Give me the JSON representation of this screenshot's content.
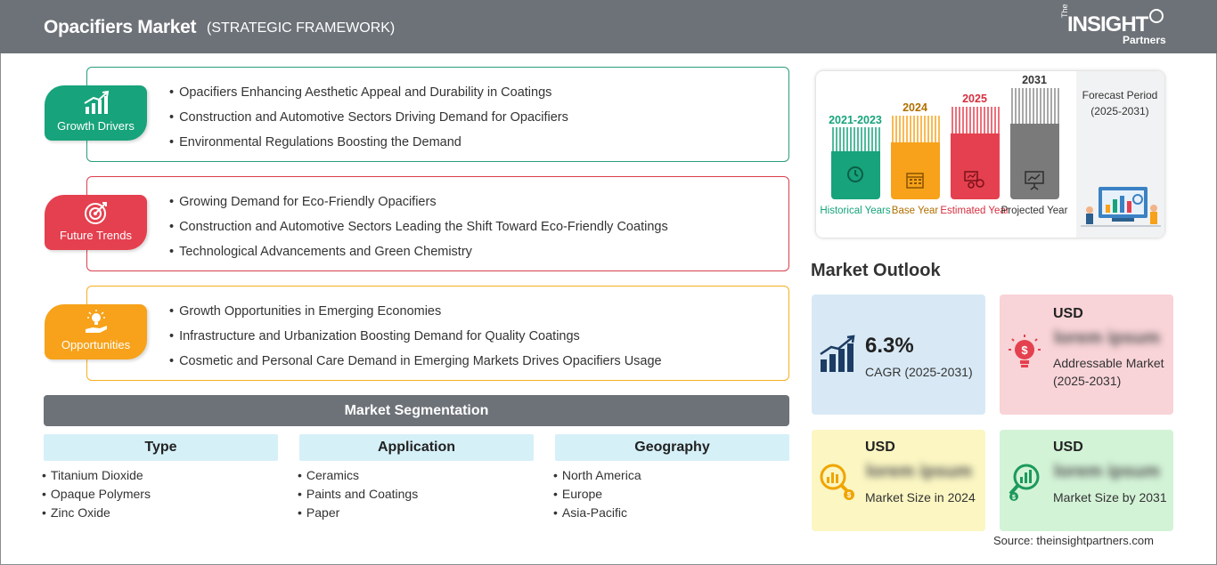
{
  "header": {
    "title": "Opacifiers Market",
    "subtitle": "(STRATEGIC FRAMEWORK)",
    "logo_the": "The",
    "logo_main": "INSIGHT",
    "logo_partners": "Partners"
  },
  "framework": {
    "growth_drivers": {
      "label": "Growth Drivers",
      "color": "#17a37b",
      "items": [
        "Opacifiers Enhancing Aesthetic Appeal and Durability in Coatings",
        "Construction and Automotive Sectors Driving Demand for Opacifiers",
        "Environmental Regulations Boosting the Demand"
      ]
    },
    "future_trends": {
      "label": "Future Trends",
      "color": "#e5404f",
      "items": [
        "Growing Demand for Eco-Friendly Opacifiers",
        "Construction and Automotive Sectors Leading the Shift Toward Eco-Friendly Coatings",
        "Technological Advancements and Green Chemistry"
      ]
    },
    "opportunities": {
      "label": "Opportunities",
      "color": "#f7a21a",
      "items": [
        "Growth Opportunities in Emerging Economies",
        "Infrastructure and Urbanization Boosting Demand for Quality Coatings",
        "Cosmetic and Personal Care Demand in Emerging Markets Drives Opacifiers Usage"
      ]
    }
  },
  "segmentation": {
    "title": "Market Segmentation",
    "columns": [
      {
        "header": "Type",
        "items": [
          "Titanium Dioxide",
          "Opaque Polymers",
          "Zinc Oxide"
        ]
      },
      {
        "header": "Application",
        "items": [
          "Ceramics",
          "Paints and Coatings",
          "Paper"
        ]
      },
      {
        "header": "Geography",
        "items": [
          "North America",
          "Europe",
          "Asia-Pacific"
        ]
      }
    ]
  },
  "timeline": {
    "periods": [
      {
        "year": "2021-2023",
        "caption": "Historical Years",
        "color": "#17a37b",
        "icon": "history-icon"
      },
      {
        "year": "2024",
        "caption": "Base Year",
        "color": "#f7a21a",
        "icon": "calendar-icon"
      },
      {
        "year": "2025",
        "caption": "Estimated Year",
        "color": "#e5404f",
        "icon": "gears-chart-icon"
      },
      {
        "year": "2031",
        "caption": "Projected Year",
        "color": "#7a7a7a",
        "icon": "presentation-icon"
      }
    ],
    "forecast_title": "Forecast Period",
    "forecast_range": "(2025-2031)"
  },
  "outlook": {
    "title": "Market Outlook",
    "cagr_value": "6.3%",
    "cagr_label": "CAGR (2025-2031)",
    "addressable_usd": "USD",
    "addressable_value": "lorem ipsum",
    "addressable_label": "Addressable Market (2025-2031)",
    "size2024_usd": "USD",
    "size2024_value": "lorem ipsum",
    "size2024_label": "Market Size in 2024",
    "size2031_usd": "USD",
    "size2031_value": "lorem ipsum",
    "size2031_label": "Market Size by 2031"
  },
  "source": "Source: theinsightpartners.com"
}
